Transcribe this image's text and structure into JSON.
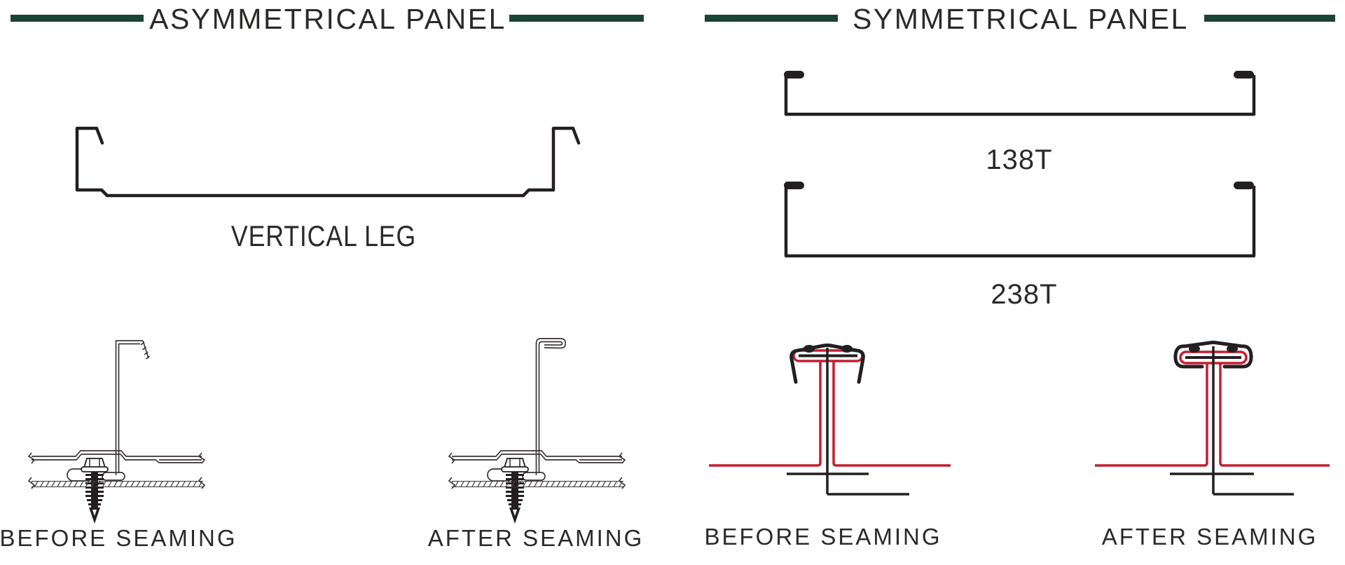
{
  "sections": {
    "asymmetrical": {
      "title": "ASYMMETRICAL PANEL",
      "profile": {
        "name": "VERTICAL LEG"
      },
      "details": [
        {
          "label": "BEFORE SEAMING"
        },
        {
          "label": "AFTER SEAMING"
        }
      ]
    },
    "symmetrical": {
      "title": "SYMMETRICAL PANEL",
      "profiles": [
        {
          "name": "138T"
        },
        {
          "name": "238T"
        }
      ],
      "details": [
        {
          "label": "BEFORE SEAMING"
        },
        {
          "label": "AFTER SEAMING"
        }
      ]
    }
  },
  "colors": {
    "accent_green": "#1a4434",
    "line_black": "#231f20",
    "line_red": "#c41e31",
    "text": "#2b2a29",
    "background": "#ffffff"
  }
}
